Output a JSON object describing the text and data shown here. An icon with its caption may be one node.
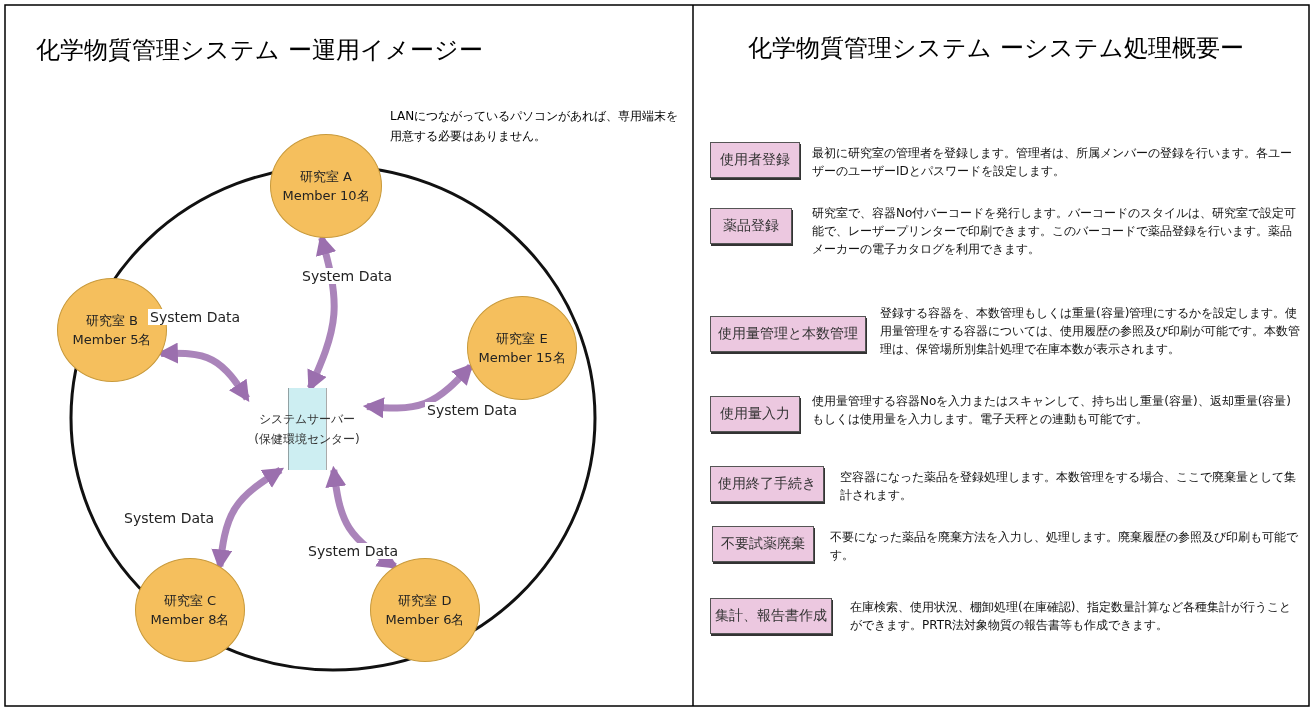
{
  "diagram": {
    "title": "化学物質管理システム ー運用イメージー",
    "nodes": [
      {
        "text": [
          "研究室 A",
          "Member 10名"
        ]
      },
      {
        "text": [
          "研究室 B",
          "Member 5名"
        ]
      },
      {
        "text": [
          "研究室 E",
          "Member 15名"
        ]
      },
      {
        "text": [
          "システムサーバー(保健環境センター)"
        ]
      },
      {
        "text": [
          "研究室 C",
          "Member 8名"
        ]
      },
      {
        "text": [
          "研究室 D",
          "Member 6名"
        ]
      },
      {
        "text": [
          "使用者登録"
        ],
        "beside": [
          "最初に研究室の管理者を登録します。管理者は、所属メンバーの登録を行います。各ユーザーのユーザーIDとパスワードを設定します。"
        ]
      },
      {
        "text": [
          "薬品登録"
        ],
        "beside": [
          "研究室で、容器No付バーコードを発行します。バーコードのスタイルは、研究室で設定可能で、レーザープリンターで印刷できます。このバーコードで薬品登録を行います。薬品メーカーの電子カタログを利用できます。"
        ]
      },
      {
        "text": [
          "使用量管理と本数管理"
        ],
        "beside": [
          "登録する容器を、本数管理もしくは重量(容量)管理にするかを設定します。使用量管理をする容器については、使用履歴の参照及び印刷が可能です。本数管理は、保管場所別集計処理で在庫本数が表示されます。"
        ]
      },
      {
        "text": [
          "使用量入力"
        ],
        "beside": [
          "使用量管理する容器Noを入力またはスキャンして、持ち出し重量(容量)、返却重量(容量)もしくは使用量を入力します。電子天秤との連動も可能です。"
        ]
      },
      {
        "text": [
          "使用終了手続き"
        ],
        "beside": [
          "空容器になった薬品を登録処理します。本数管理をする場合、ここで廃棄量として集計されます。"
        ]
      },
      {
        "text": [
          "不要試薬廃棄"
        ],
        "beside": [
          "不要になった薬品を廃棄方法を入力し、処理します。廃棄履歴の参照及び印刷も可能です。"
        ]
      },
      {
        "text": [
          "集計、報告書作成"
        ],
        "beside": [
          "在庫検索、使用状況、棚卸処理(在庫確認)、指定数量計算など各種集計が行うことができます。PRTR法対象物質の報告書等も作成できます。"
        ]
      }
    ],
    "edges": [
      {
        "from": 3,
        "to": 0,
        "arrow": "both",
        "label": "System Data"
      },
      {
        "from": 3,
        "to": 1,
        "arrow": "both",
        "label": "System Data"
      },
      {
        "from": 3,
        "to": 2,
        "arrow": "both",
        "label": "System Data"
      },
      {
        "from": 3,
        "to": 4,
        "arrow": "both",
        "label": "System Data"
      },
      {
        "from": 3,
        "to": 5,
        "arrow": "both",
        "label": "System Data"
      }
    ],
    "labels": [
      "LANにつながっているパソコンがあれば、専用端末を用意する必要はありません。",
      "化学物質管理システム ーシステム処理概要ー"
    ]
  }
}
